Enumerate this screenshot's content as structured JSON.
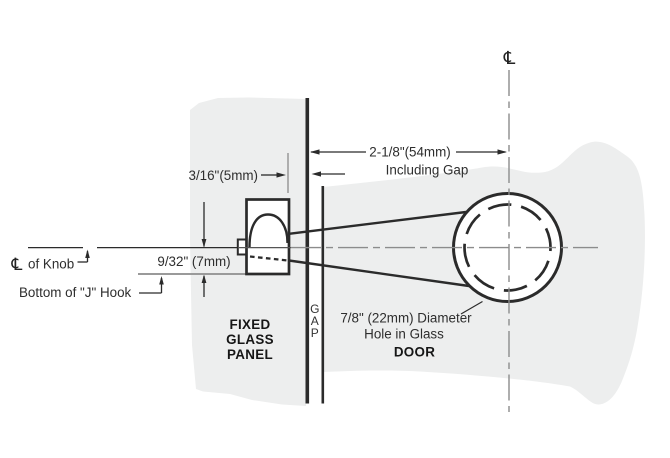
{
  "diagram": {
    "type": "technical-drawing",
    "labels": {
      "centerline_symbol": "℄",
      "of_knob": "of Knob",
      "bottom_of_j_hook": "Bottom of \"J\" Hook",
      "fixed_glass_panel": [
        "FIXED",
        "GLASS",
        "PANEL"
      ],
      "gap": "GAP",
      "door": "DOOR",
      "hole_note_line1": "7/8\" (22mm) Diameter",
      "hole_note_line2": "Hole in Glass"
    },
    "dimensions": {
      "hook_face_to_glass": "3/16\"(5mm)",
      "knob_center_from_glass_line1": "2-1/8\"(54mm)",
      "knob_center_from_glass_line2": "Including Gap",
      "knob_center_to_hook_bottom": "9/32\" (7mm)"
    },
    "colors": {
      "glass_fill": "#edeeee",
      "line_dark": "#2b2b2b",
      "line_gray": "#8c8c8c",
      "text": "#2e2e2e"
    }
  }
}
